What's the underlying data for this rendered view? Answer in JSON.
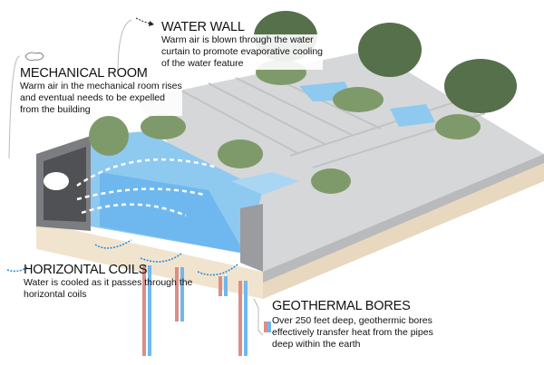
{
  "labels": {
    "water_wall": {
      "title": "WATER WALL",
      "desc_lines": [
        "Warm air is blown through the water",
        "curtain to promote evaporative cooling",
        "of the water feature"
      ]
    },
    "mechanical_room": {
      "title": "MECHANICAL ROOM",
      "desc_lines": [
        "Warm air in the mechanical room rises",
        "and eventual needs to be expelled",
        "from the building"
      ]
    },
    "horizontal_coils": {
      "title": "HORIZONTAL COILS",
      "desc_lines": [
        "Water is cooled as it passes through the",
        "horizontal coils"
      ]
    },
    "geothermal_bores": {
      "title": "GEOTHERMAL BORES",
      "desc_lines": [
        "Over 250 feet deep, geothermic bores",
        "effectively transfer heat from the pipes",
        "deep within the earth"
      ]
    }
  },
  "colors": {
    "water": "#8ec9f0",
    "hot_pipe": "#d98f86",
    "cold_pipe": "#6fb8ef",
    "soil": "#f1e4cf",
    "concrete": "#cfd0d2"
  }
}
